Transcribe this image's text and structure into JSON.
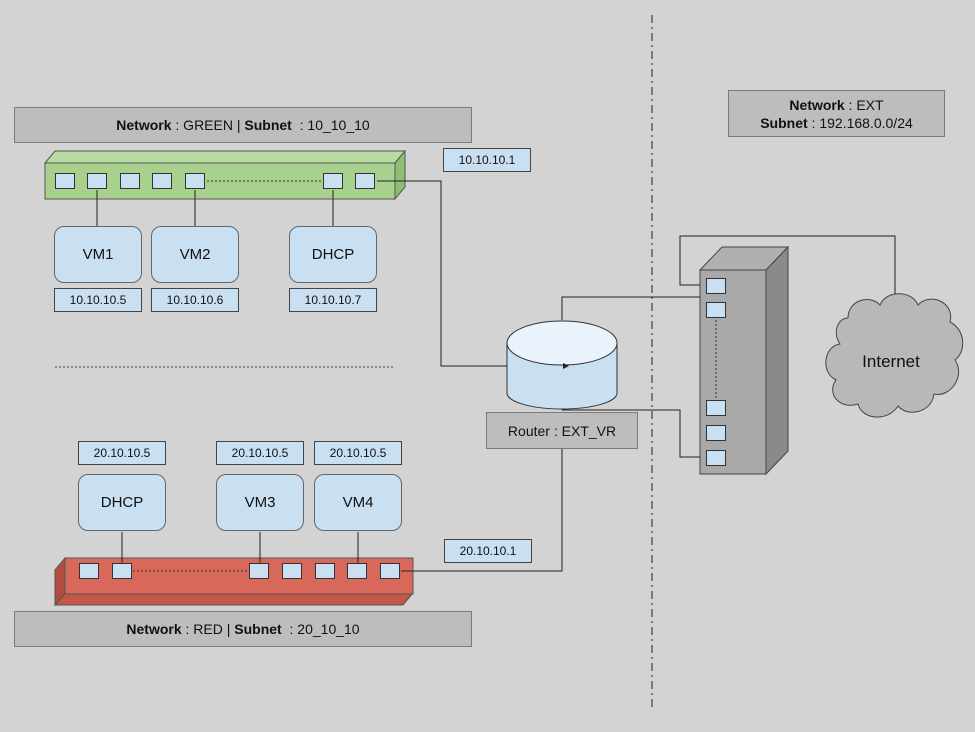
{
  "green_network": {
    "network_label": "Network",
    "network_value": " : GREEN | ",
    "subnet_label": "Subnet",
    "subnet_value": "  : 10_10_10",
    "gateway_ip": "10.10.10.1",
    "color": "#a9d18e",
    "nodes": [
      {
        "name": "VM1",
        "ip": "10.10.10.5"
      },
      {
        "name": "VM2",
        "ip": "10.10.10.6"
      },
      {
        "name": "DHCP",
        "ip": "10.10.10.7"
      }
    ]
  },
  "red_network": {
    "network_label": "Network",
    "network_value": " : RED | ",
    "subnet_label": "Subnet",
    "subnet_value": "  : 20_10_10",
    "gateway_ip": "20.10.10.1",
    "color": "#d8695a",
    "nodes": [
      {
        "name": "DHCP",
        "ip": "20.10.10.5"
      },
      {
        "name": "VM3",
        "ip": "20.10.10.5"
      },
      {
        "name": "VM4",
        "ip": "20.10.10.5"
      }
    ]
  },
  "ext_network": {
    "network_label": "Network",
    "network_value": " : EXT",
    "subnet_label": "Subnet",
    "subnet_value": " : 192.168.0.0/24"
  },
  "router": {
    "label": "Router : EXT_VR"
  },
  "internet": {
    "label": "Internet"
  }
}
